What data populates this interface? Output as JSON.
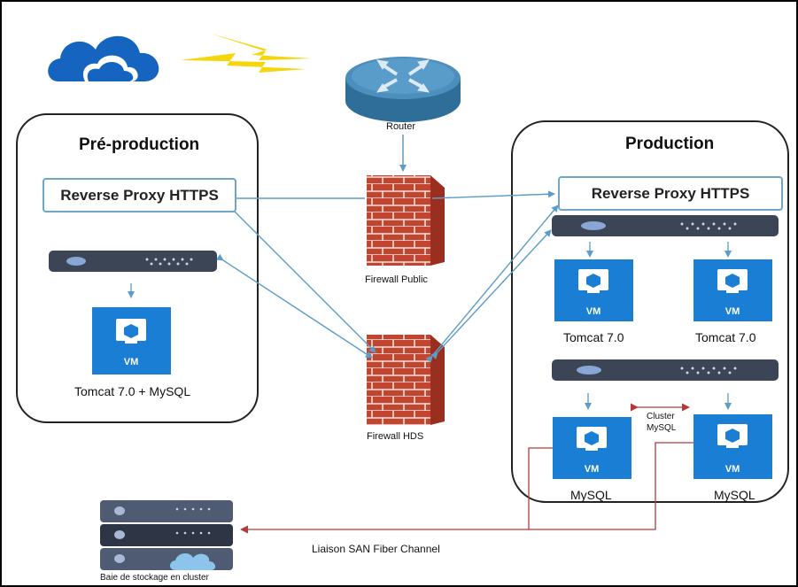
{
  "zones": {
    "preprod_title": "Pré-production",
    "prod_title": "Production"
  },
  "proxies": {
    "preprod": "Reverse Proxy HTTPS",
    "prod": "Reverse Proxy HTTPS"
  },
  "devices": {
    "router": "Router",
    "firewall_public": "Firewall Public",
    "firewall_hds": "Firewall HDS",
    "storage": "Baie de stockage en cluster"
  },
  "vms": {
    "badge": "VM",
    "preprod": "Tomcat 7.0 + MySQL",
    "prod_tomcat_1": "Tomcat 7.0",
    "prod_tomcat_2": "Tomcat 7.0",
    "prod_mysql_1": "MySQL",
    "prod_mysql_2": "MySQL"
  },
  "links": {
    "cluster_line1": "Cluster",
    "cluster_line2": "MySQL",
    "san": "Liaison SAN Fiber Channel"
  },
  "colors": {
    "vm_blue": "#1a7fd4",
    "arrow_blue": "#5b9cc8",
    "brick": "#c0392b",
    "cloud": "#1565c0",
    "san_line": "#b33a3a",
    "lightning": "#f5d60a"
  }
}
